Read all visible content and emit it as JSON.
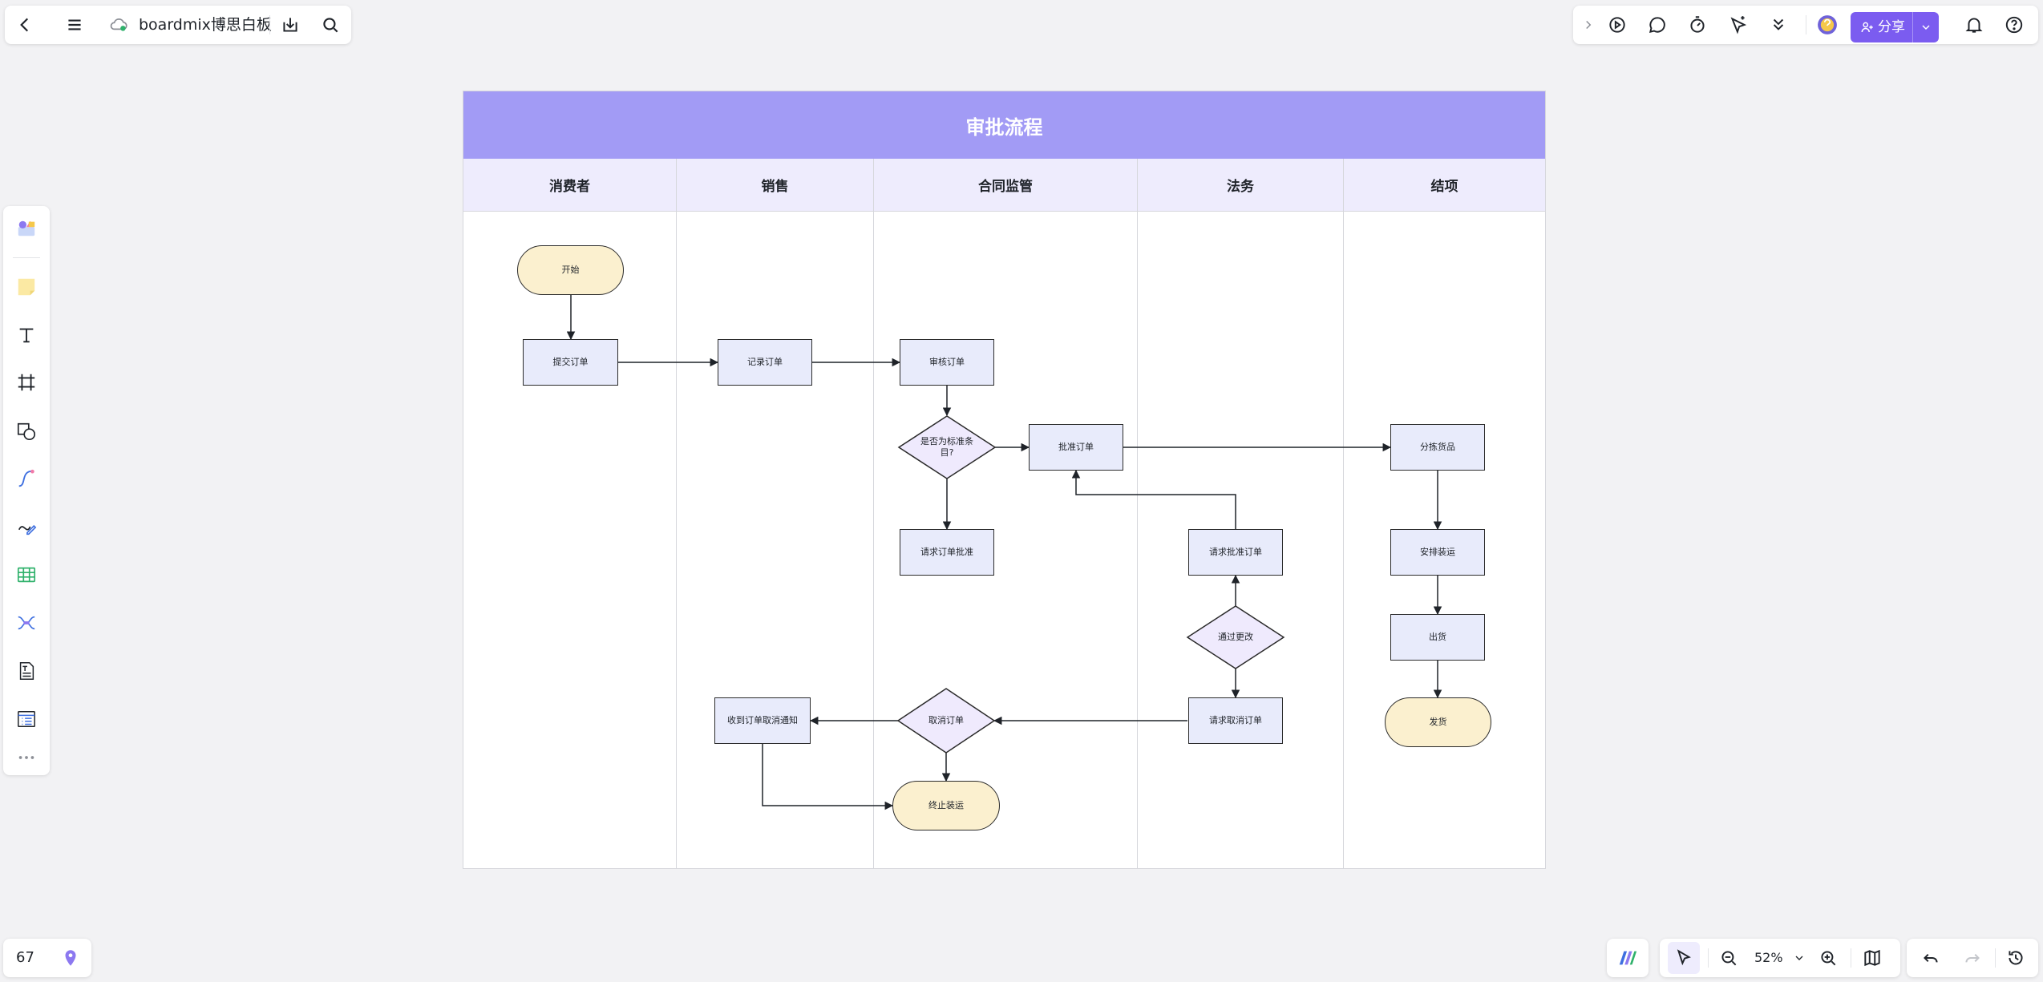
{
  "toolbar": {
    "doc_title": "boardmix博思白板"
  },
  "topbar_right": {
    "share_label": "分享"
  },
  "bottom": {
    "page_count": "67",
    "zoom_level": "52%"
  },
  "board": {
    "title": "审批流程",
    "lanes": [
      "消费者",
      "销售",
      "合同监管",
      "法务",
      "结项"
    ],
    "nodes": {
      "start": "开始",
      "submit_order": "提交订单",
      "record_order": "记录订单",
      "review_order": "审核订单",
      "is_standard": "是否为标准条目?",
      "approve_order": "批准订单",
      "request_approval_std": "请求订单批准",
      "request_approve": "请求批准订单",
      "pass_change": "通过更改",
      "request_cancel": "请求取消订单",
      "cancel_order": "取消订单",
      "receive_cancel": "收到订单取消通知",
      "terminate": "终止装运",
      "allocate": "分拣货品",
      "arrange_shipping": "安排装运",
      "ship_out": "出货",
      "deliver": "发货"
    }
  },
  "colors": {
    "accent": "#7b5cf0",
    "title_band": "#a29bf5",
    "lane_header": "#eeecfd",
    "process_fill": "#e8ebfb",
    "terminal_fill": "#fbf0cf",
    "decision_fill": "#efeafd"
  }
}
